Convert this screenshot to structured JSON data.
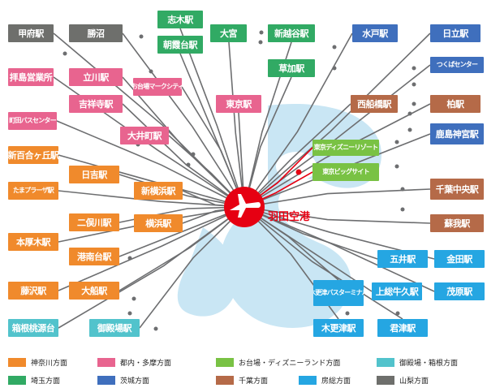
{
  "colors": {
    "kanagawa": "#f08a2c",
    "tokyo": "#e8648f",
    "odaiba": "#79c244",
    "gotemba": "#52c3cc",
    "saitama": "#31aa64",
    "ibaraki": "#3f6fbd",
    "chiba": "#b56a48",
    "boso": "#25a6e2",
    "yamanashi": "#6e6f6c",
    "line": "#6d6e70",
    "sea": "#c9e6f4",
    "airport": "#e60012"
  },
  "airport": {
    "name": "羽田空港",
    "icon": "airplane-icon"
  },
  "stations": [
    {
      "id": "kofu",
      "label": "甲府駅",
      "region": "yamanashi"
    },
    {
      "id": "katsunuma",
      "label": "勝沼",
      "region": "yamanashi"
    },
    {
      "id": "shiki",
      "label": "志木駅",
      "region": "saitama"
    },
    {
      "id": "asakadai",
      "label": "朝霞台駅",
      "region": "saitama"
    },
    {
      "id": "omiya",
      "label": "大宮",
      "region": "saitama"
    },
    {
      "id": "shinkoshigaya",
      "label": "新越谷駅",
      "region": "saitama"
    },
    {
      "id": "soka",
      "label": "草加駅",
      "region": "saitama"
    },
    {
      "id": "mito",
      "label": "水戸駅",
      "region": "ibaraki"
    },
    {
      "id": "hitachi",
      "label": "日立駅",
      "region": "ibaraki"
    },
    {
      "id": "tsukuba",
      "label": "つくばセンター",
      "region": "ibaraki"
    },
    {
      "id": "kashima",
      "label": "鹿島神宮駅",
      "region": "ibaraki"
    },
    {
      "id": "haijima",
      "label": "拝島営業所",
      "region": "tokyo"
    },
    {
      "id": "tachikawa",
      "label": "立川駅",
      "region": "tokyo"
    },
    {
      "id": "kichijoji",
      "label": "吉祥寺駅",
      "region": "tokyo"
    },
    {
      "id": "odaiba_mark",
      "label": "お台場マークシティ",
      "region": "tokyo"
    },
    {
      "id": "machida",
      "label": "町田バスセンター",
      "region": "tokyo"
    },
    {
      "id": "ooimachi",
      "label": "大井町駅",
      "region": "tokyo"
    },
    {
      "id": "tokyo_st",
      "label": "東京駅",
      "region": "tokyo"
    },
    {
      "id": "nishifunabashi",
      "label": "西船橋駅",
      "region": "chiba"
    },
    {
      "id": "kashiwa",
      "label": "柏駅",
      "region": "chiba"
    },
    {
      "id": "chibachuo",
      "label": "千葉中央駅",
      "region": "chiba"
    },
    {
      "id": "soga",
      "label": "蘇我駅",
      "region": "chiba"
    },
    {
      "id": "disney",
      "label": "東京ディズニーリゾート",
      "region": "odaiba"
    },
    {
      "id": "bigsight",
      "label": "東京ビッグサイト",
      "region": "odaiba"
    },
    {
      "id": "shinyurigaoka",
      "label": "新百合ヶ丘駅",
      "region": "kanagawa"
    },
    {
      "id": "tamaplaza",
      "label": "たまプラーザ駅",
      "region": "kanagawa"
    },
    {
      "id": "hiyoshi",
      "label": "日吉駅",
      "region": "kanagawa"
    },
    {
      "id": "shinyokohama",
      "label": "新横浜駅",
      "region": "kanagawa"
    },
    {
      "id": "futakotamagawa",
      "label": "二俣川駅",
      "region": "kanagawa"
    },
    {
      "id": "yokohama",
      "label": "横浜駅",
      "region": "kanagawa"
    },
    {
      "id": "honatsugi",
      "label": "本厚木駅",
      "region": "kanagawa"
    },
    {
      "id": "konandai",
      "label": "港南台駅",
      "region": "kanagawa"
    },
    {
      "id": "fujisawa",
      "label": "藤沢駅",
      "region": "kanagawa"
    },
    {
      "id": "ofuna",
      "label": "大船駅",
      "region": "kanagawa"
    },
    {
      "id": "hakone",
      "label": "箱根桃源台",
      "region": "gotemba"
    },
    {
      "id": "gotemba",
      "label": "御殿場駅",
      "region": "gotemba"
    },
    {
      "id": "goi",
      "label": "五井駅",
      "region": "boso"
    },
    {
      "id": "kaneda",
      "label": "金田駅",
      "region": "boso"
    },
    {
      "id": "kazusaushiku",
      "label": "上総牛久駅",
      "region": "boso"
    },
    {
      "id": "mobara",
      "label": "茂原駅",
      "region": "boso"
    },
    {
      "id": "kisarazu_bt",
      "label": "木更津バスターミナル",
      "region": "boso"
    },
    {
      "id": "kisarazu",
      "label": "木更津駅",
      "region": "boso"
    },
    {
      "id": "kimitsu",
      "label": "君津駅",
      "region": "boso"
    }
  ],
  "legend": [
    {
      "label": "神奈川方面",
      "region": "kanagawa"
    },
    {
      "label": "都内・多摩方面",
      "region": "tokyo"
    },
    {
      "label": "お台場・ディズニーランド方面",
      "region": "odaiba"
    },
    {
      "label": "御殿場・箱根方面",
      "region": "gotemba"
    },
    {
      "label": "埼玉方面",
      "region": "saitama"
    },
    {
      "label": "茨城方面",
      "region": "ibaraki"
    },
    {
      "label": "千葉方面",
      "region": "chiba"
    },
    {
      "label": "房総方面",
      "region": "boso"
    },
    {
      "label": "山梨方面",
      "region": "yamanashi"
    }
  ]
}
